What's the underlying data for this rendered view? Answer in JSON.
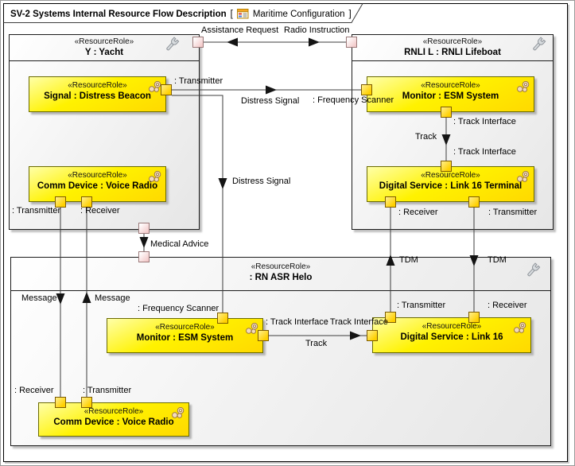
{
  "title": {
    "text": "SV-2 Systems Internal Resource Flow Description",
    "bracket_open": "[",
    "context": "Maritime Configuration",
    "bracket_close": "]"
  },
  "icons": {
    "diagram_icon": "sv-diagram-icon",
    "wrench_icon": "wrench-icon",
    "role_icon": "resource-role-circles-icon"
  },
  "colors": {
    "block_fill": "#fff200",
    "port_gold": "#ffd000",
    "port_pink": "#f3c9c9",
    "container_fill": "#efefef",
    "line": "#3d3d3d"
  },
  "containers": {
    "yacht": {
      "stereotype": "«ResourceRole»",
      "name": "Y : Yacht"
    },
    "lifeboat": {
      "stereotype": "«ResourceRole»",
      "name": "RNLI L : RNLI Lifeboat"
    },
    "helo": {
      "stereotype": "«ResourceRole»",
      "name": ": RN ASR Helo"
    }
  },
  "blocks": {
    "beacon": {
      "stereotype": "«ResourceRole»",
      "name": "Signal : Distress Beacon"
    },
    "yacht_radio": {
      "stereotype": "«ResourceRole»",
      "name": "Comm Device : Voice Radio"
    },
    "lifeboat_esm": {
      "stereotype": "«ResourceRole»",
      "name": "Monitor : ESM System"
    },
    "lifeboat_link16": {
      "stereotype": "«ResourceRole»",
      "name": "Digital Service : Link 16 Terminal"
    },
    "helo_esm": {
      "stereotype": "«ResourceRole»",
      "name": "Monitor : ESM System"
    },
    "helo_link16": {
      "stereotype": "«ResourceRole»",
      "name": "Digital Service : Link 16"
    },
    "helo_radio": {
      "stereotype": "«ResourceRole»",
      "name": "Comm Device : Voice Radio"
    }
  },
  "ports": {
    "beacon_transmitter": ": Transmitter",
    "yacht_radio_transmitter": ": Transmitter",
    "yacht_radio_receiver": ": Receiver",
    "lifeboat_esm_frequency_scanner": ": Frequency Scanner",
    "lifeboat_esm_track_interface": ": Track Interface",
    "lifeboat_link16_track_interface": ": Track Interface",
    "lifeboat_link16_receiver": ": Receiver",
    "lifeboat_link16_transmitter": ": Transmitter",
    "helo_esm_frequency_scanner": ": Frequency Scanner",
    "helo_esm_track_interface": ": Track Interface",
    "helo_link16_track_interface": ": Track Interface",
    "helo_link16_transmitter": ": Transmitter",
    "helo_link16_receiver": ": Receiver",
    "helo_radio_receiver": ": Receiver",
    "helo_radio_transmitter": ": Transmitter"
  },
  "flows": {
    "assistance_request": "Assistance Request",
    "radio_instruction": "Radio Instruction",
    "distress_signal_to_lifeboat": "Distress Signal",
    "distress_signal_to_helo": "Distress Signal",
    "medical_advice": "Medical Advice",
    "message_down": "Message",
    "message_up": "Message",
    "tdm_up": "TDM",
    "tdm_down": "TDM",
    "track_lifeboat": "Track",
    "track_helo": "Track"
  }
}
